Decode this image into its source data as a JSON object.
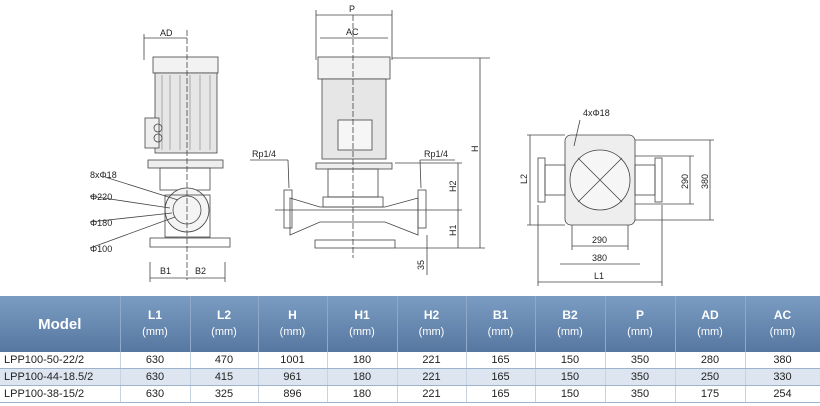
{
  "drawing": {
    "side_view": {
      "AD": "AD",
      "holes": "8xΦ18",
      "d220": "Φ220",
      "d180": "Φ180",
      "d100": "Φ100",
      "B1": "B1",
      "B2": "B2"
    },
    "front_view": {
      "P": "P",
      "AC": "AC",
      "rp_left": "Rp1/4",
      "rp_right": "Rp1/4",
      "H": "H",
      "H1": "H1",
      "H2": "H2",
      "base": "35"
    },
    "top_view": {
      "holes": "4xΦ18",
      "L2": "L2",
      "w290": "290",
      "h290": "290",
      "h380": "380",
      "w380": "380",
      "L1": "L1"
    }
  },
  "table": {
    "headers": [
      {
        "label": "Model",
        "unit": ""
      },
      {
        "label": "L1",
        "unit": "(mm)"
      },
      {
        "label": "L2",
        "unit": "(mm)"
      },
      {
        "label": "H",
        "unit": "(mm)"
      },
      {
        "label": "H1",
        "unit": "(mm)"
      },
      {
        "label": "H2",
        "unit": "(mm)"
      },
      {
        "label": "B1",
        "unit": "(mm)"
      },
      {
        "label": "B2",
        "unit": "(mm)"
      },
      {
        "label": "P",
        "unit": "(mm)"
      },
      {
        "label": "AD",
        "unit": "(mm)"
      },
      {
        "label": "AC",
        "unit": "(mm)"
      }
    ],
    "rows": [
      [
        "LPP100-50-22/2",
        "630",
        "470",
        "1001",
        "180",
        "221",
        "165",
        "150",
        "350",
        "280",
        "380"
      ],
      [
        "LPP100-44-18.5/2",
        "630",
        "415",
        "961",
        "180",
        "221",
        "165",
        "150",
        "350",
        "250",
        "330"
      ],
      [
        "LPP100-38-15/2",
        "630",
        "325",
        "896",
        "180",
        "221",
        "165",
        "150",
        "350",
        "175",
        "254"
      ]
    ],
    "colors": {
      "header": "#5f80a8",
      "alt_row": "#dde6f0"
    }
  }
}
